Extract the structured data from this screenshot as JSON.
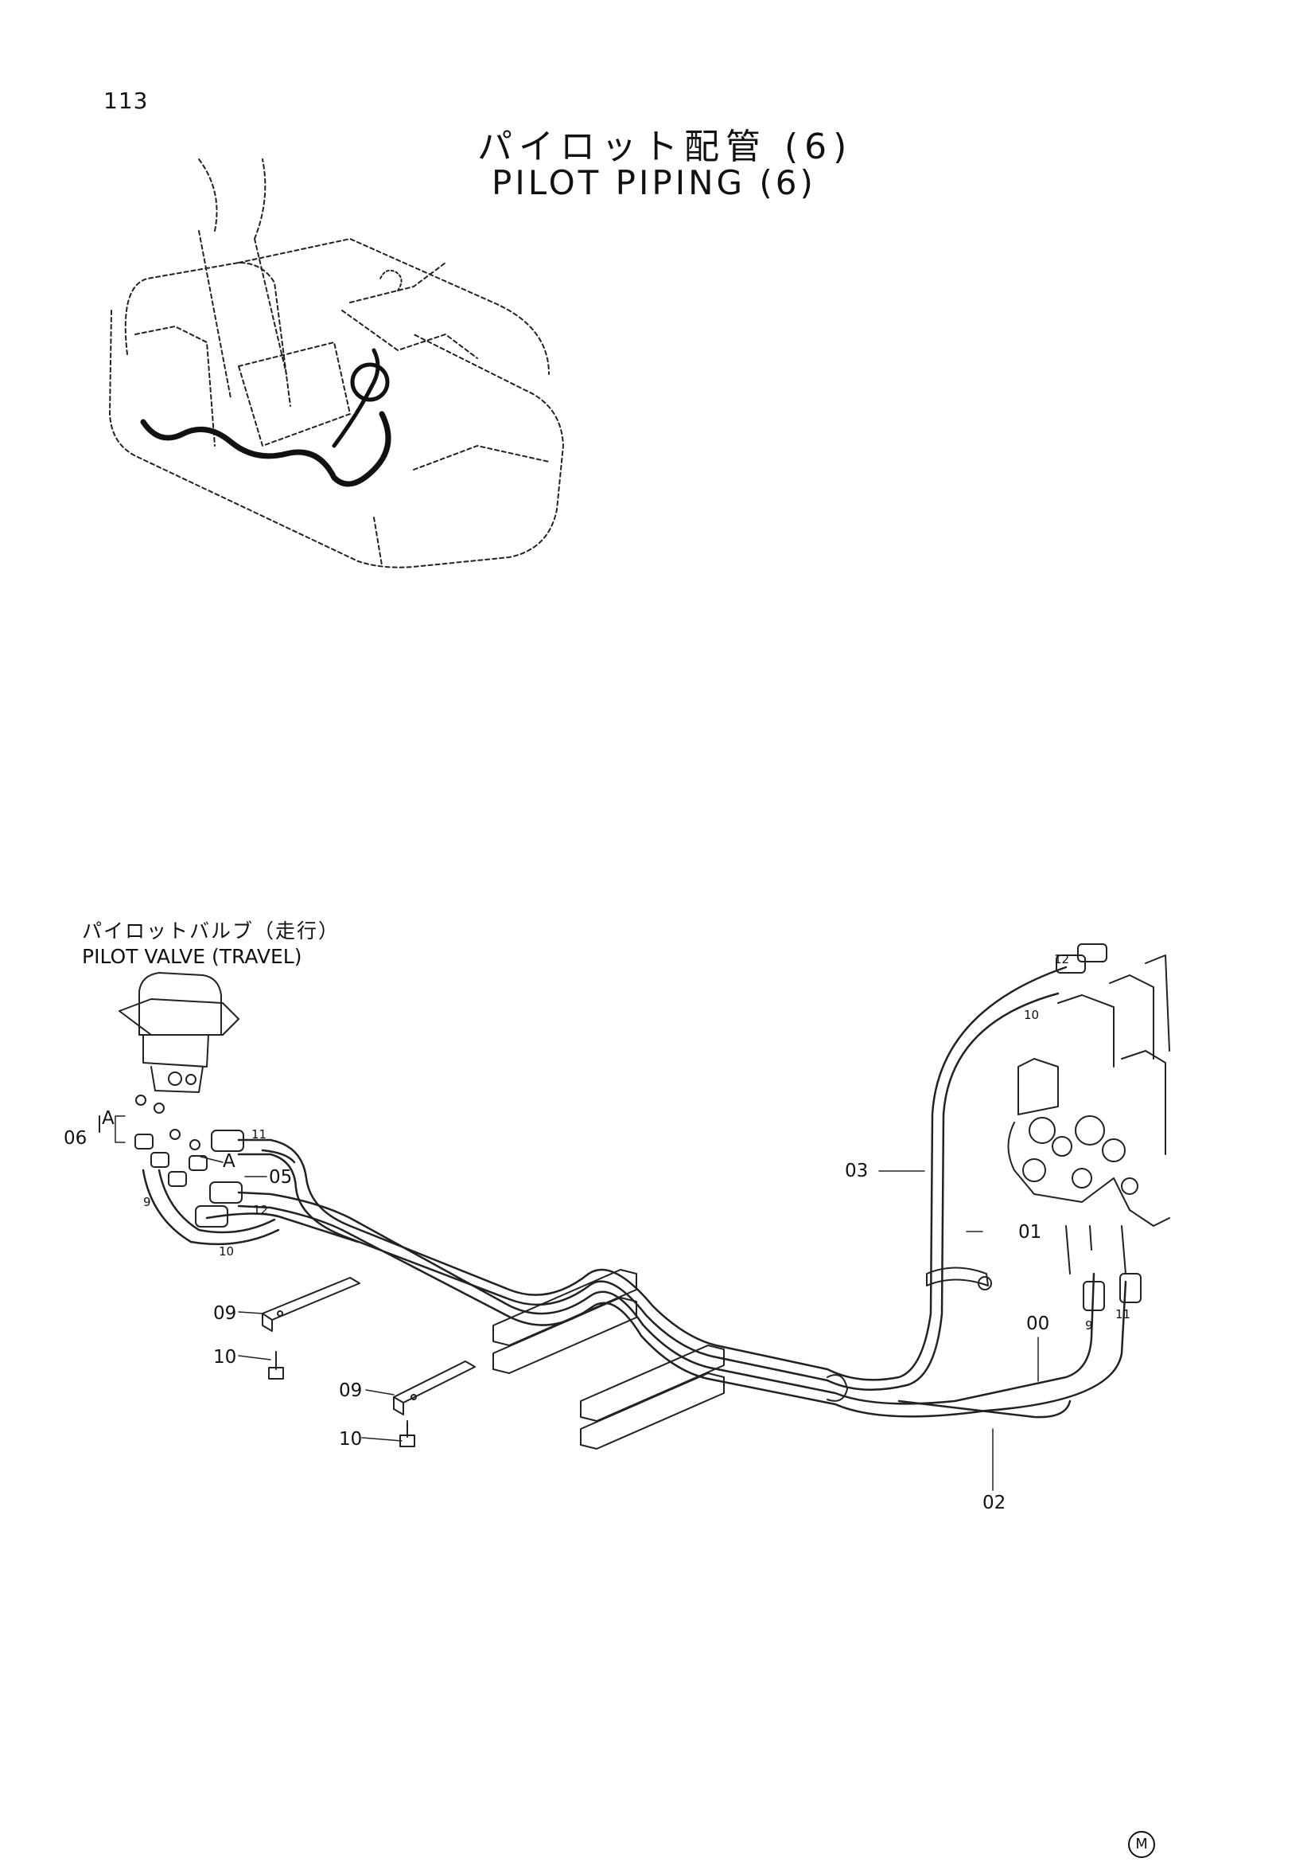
{
  "page": {
    "number": "113",
    "title_jp": "パイロット配管 (6)",
    "title_en": "PILOT PIPING (6)"
  },
  "valve_label": {
    "jp": "パイロットバルブ（走行）",
    "en": "PILOT VALVE  (TRAVEL)"
  },
  "callouts": {
    "c00": "00",
    "c01": "01",
    "c02": "02",
    "c03": "03",
    "c05": "05",
    "c06": "06",
    "c09a": "09",
    "c09b": "09",
    "c10a": "10",
    "c10b": "10",
    "A1": "A",
    "A2": "A",
    "s9a": "9",
    "s10a": "10",
    "s11a": "11",
    "s12a": "12",
    "s9b": "9",
    "s10b": "10",
    "s11b": "11",
    "s12b": "12"
  },
  "mark": "M"
}
